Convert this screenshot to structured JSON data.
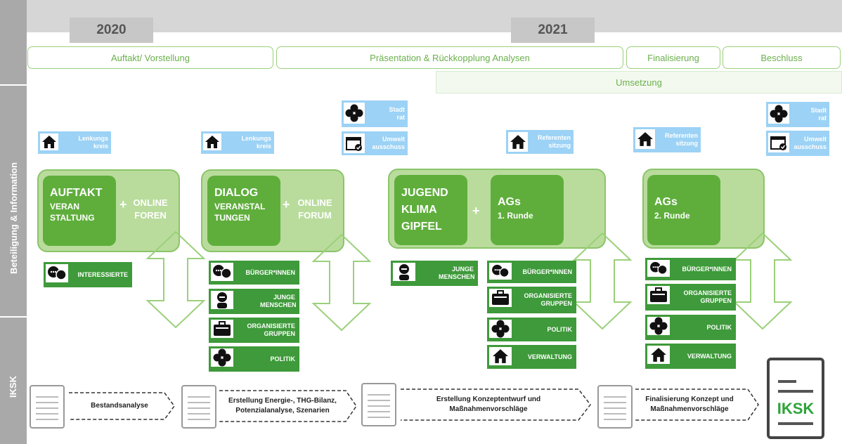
{
  "years": [
    "2020",
    "2021"
  ],
  "phases": [
    "Auftakt/ Vorstellung",
    "Präsentation & Rückkopplung Analysen",
    "Finalisierung",
    "Beschluss"
  ],
  "umsetzung": "Umsetzung",
  "side_labels": {
    "beteiligung": "Beteiligung & Information",
    "iksk": "IKSK"
  },
  "events": {
    "lenkungskreis": "Lenkungs kreis",
    "stadtrat": "Stadt rat",
    "umweltausschuss": "Umwelt ausschuss",
    "referentensitzung": "Referenten sitzung"
  },
  "formats": {
    "auftakt": {
      "title": "AUFTAKT",
      "sub": "VERAN STALTUNG",
      "online": "ONLINE FOREN"
    },
    "dialog": {
      "title": "DIALOG",
      "sub": "VERANSTAL TUNGEN",
      "online": "ONLINE FORUM"
    },
    "jugend": {
      "title": "JUGEND KLIMA GIPFEL"
    },
    "ags1": {
      "title": "AGs",
      "sub": "1. Runde"
    },
    "ags2": {
      "title": "AGs",
      "sub": "2. Runde"
    },
    "plus": "+"
  },
  "target_groups": {
    "interessierte": "INTERESSIERTE",
    "buerger": "BÜRGER*INNEN",
    "junge": "JUNGE MENSCHEN",
    "organisierte": "ORGANISIERTE GRUPPEN",
    "politik": "POLITIK",
    "verwaltung": "VERWALTUNG"
  },
  "iksk_steps": [
    "Bestandsanalyse",
    "Erstellung Energie-, THG-Bilanz, Potenzialanalyse, Szenarien",
    "Erstellung Konzeptentwurf und Maßnahmenvorschläge",
    "Finalisierung Konzept und Maßnahmenvorschläge"
  ],
  "iksk_final": "IKSK",
  "colors": {
    "green_dark": "#5fae3c",
    "green_light": "#b9dc9c",
    "tag_green": "#3e9a3a",
    "blue": "#9cd2f5",
    "grey": "#a9a9a9"
  },
  "icons": [
    "house-icon",
    "clover-icon",
    "calendar-icon",
    "chat-icon",
    "person-icon",
    "briefcase-icon",
    "document-icon"
  ]
}
